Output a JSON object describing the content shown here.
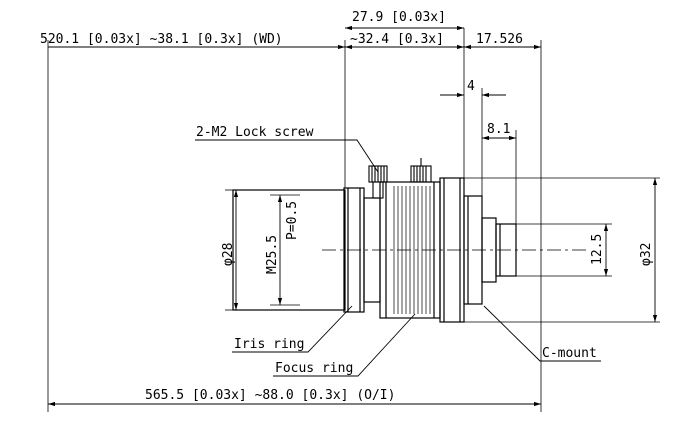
{
  "dimensions": {
    "wd_range": "520.1 [0.03x] ~38.1 [0.3x] (WD)",
    "top_overall": "27.9 [0.03x]",
    "top_range": "~32.4 [0.3x]",
    "flange_length": "17.526",
    "mount_offset": "4",
    "mount_thread_length": "8.1",
    "front_diameter": "φ28",
    "filter_thread": "M25.5",
    "filter_pitch": "P=0.5",
    "mount_diameter": "12.5",
    "body_diameter": "φ32",
    "total_range": "565.5 [0.03x] ~88.0 [0.3x] (O/I)"
  },
  "callouts": {
    "lock_screw": "2-M2 Lock screw",
    "iris_ring": "Iris ring",
    "focus_ring": "Focus ring",
    "c_mount": "C-mount"
  }
}
